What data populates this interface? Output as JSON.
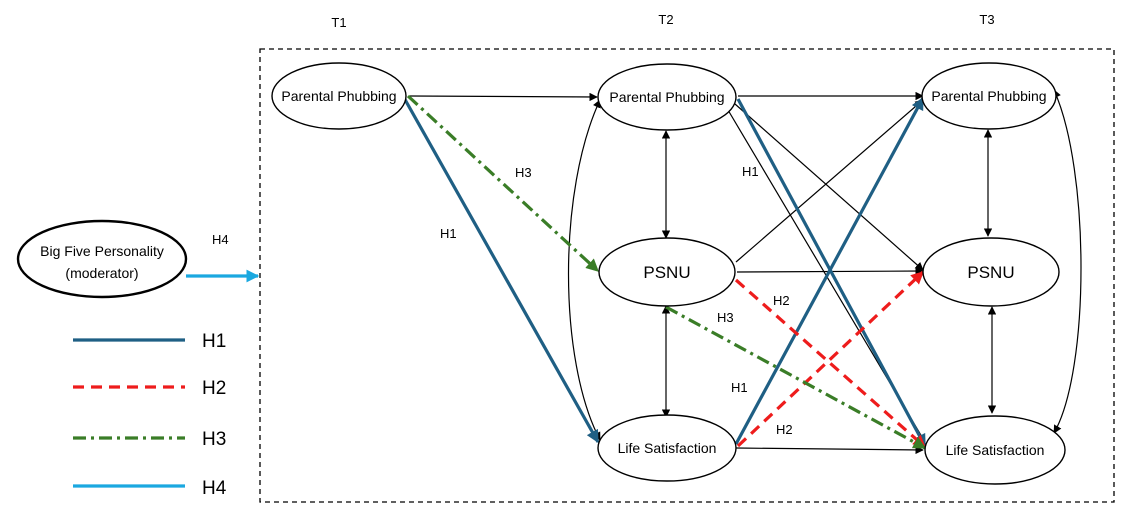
{
  "time_points": {
    "t1": "T1",
    "t2": "T2",
    "t3": "T3"
  },
  "nodes": {
    "pp_t1": "Parental Phubbing",
    "pp_t2": "Parental Phubbing",
    "pp_t3": "Parental Phubbing",
    "psnu_t2": "PSNU",
    "psnu_t3": "PSNU",
    "ls_t2": "Life Satisfaction",
    "ls_t3": "Life Satisfaction",
    "moderator_line1": "Big Five Personality",
    "moderator_line2": "(moderator)"
  },
  "path_labels": {
    "h4_moderator": "H4",
    "h1_t1": "H1",
    "h3_t1": "H3",
    "h1_t2_upper": "H1",
    "h2_t2_upper": "H2",
    "h3_t2": "H3",
    "h1_t2_lower": "H1",
    "h2_t2_lower": "H2"
  },
  "legend": [
    {
      "label": "H1",
      "color": "#1f5f84",
      "style": "solid"
    },
    {
      "label": "H2",
      "color": "#ee1c1c",
      "style": "dashed"
    },
    {
      "label": "H3",
      "color": "#3a7d27",
      "style": "dash-dot"
    },
    {
      "label": "H4",
      "color": "#1aa8e0",
      "style": "solid"
    }
  ],
  "colors": {
    "h1": "#1f5f84",
    "h2": "#ee1c1c",
    "h3": "#3a7d27",
    "h4": "#1aa8e0",
    "outline": "#000000"
  }
}
